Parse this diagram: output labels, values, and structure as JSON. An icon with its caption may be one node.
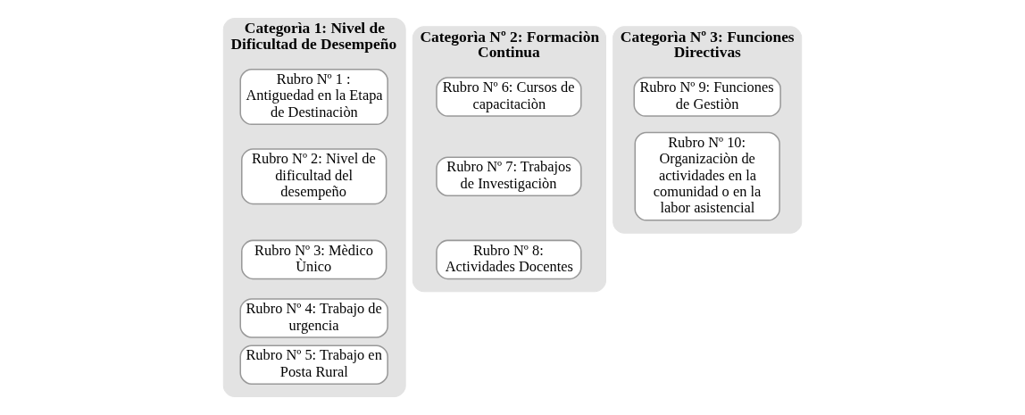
{
  "diagram": {
    "nodes": [
      {
        "text": [
          "Categorìa 1: Nivel de Dificultad de Desempeño"
        ]
      },
      {
        "text": [
          "Rubro Nº 1 : Antiguedad en la Etapa de Destinaciòn"
        ],
        "in": 0
      },
      {
        "text": [
          "Rubro Nº 2: Nivel de dificultad del desempeño"
        ],
        "in": 0
      },
      {
        "text": [
          "Rubro Nº 3: Mèdico Ùnico"
        ],
        "in": 0
      },
      {
        "text": [
          "Rubro Nº 4: Trabajo de urgencia"
        ],
        "in": 0
      },
      {
        "text": [
          "Rubro Nº 5: Trabajo en Posta Rural"
        ],
        "in": 0
      },
      {
        "text": [
          "Categorìa Nº 2: Formaciòn Continua"
        ]
      },
      {
        "text": [
          "Rubro Nº 6: Cursos de capacitaciòn"
        ],
        "in": 6
      },
      {
        "text": [
          "Rubro Nº 7: Trabajos de Investigaciòn"
        ],
        "in": 6
      },
      {
        "text": [
          "Rubro Nº 8: Actividades Docentes"
        ],
        "in": 6
      },
      {
        "text": [
          "Categorìa Nº 3: Funciones Directivas"
        ]
      },
      {
        "text": [
          "Rubro Nº 9: Funciones de Gestiòn"
        ],
        "in": 10
      },
      {
        "text": [
          "Rubro Nº 10: Organizaciòn de actividades en la comunidad o en la labor asistencial"
        ],
        "in": 10
      }
    ]
  }
}
